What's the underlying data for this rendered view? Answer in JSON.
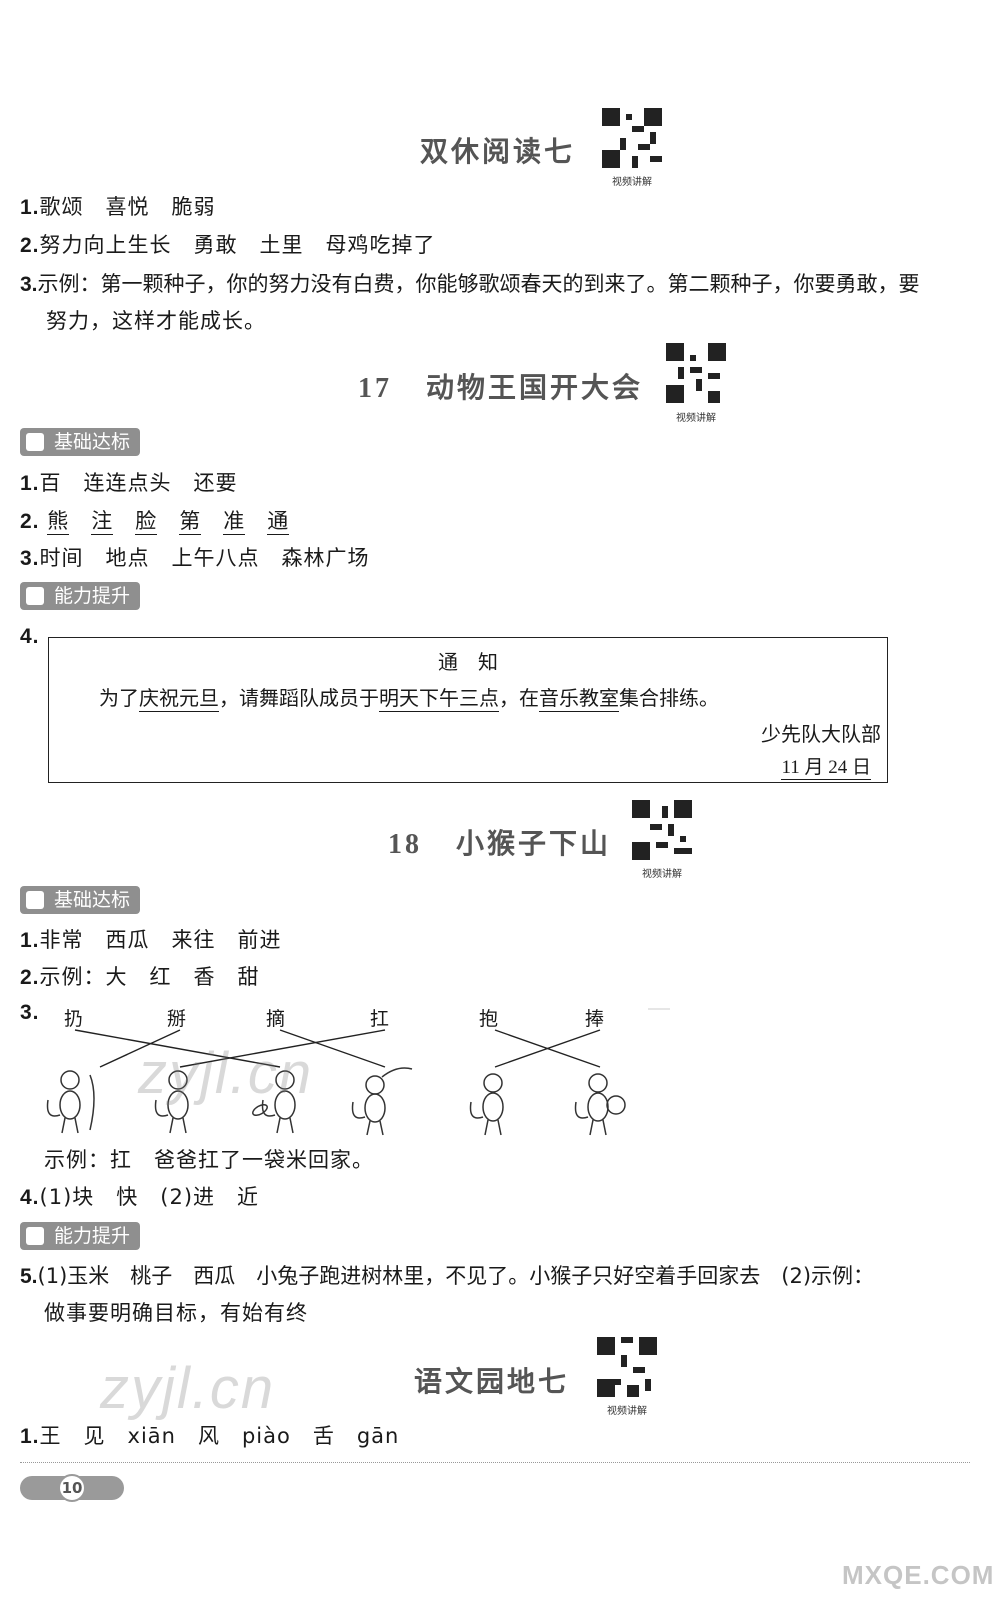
{
  "sections": {
    "s1": {
      "title": "双休阅读七",
      "qr_label": "视频讲解",
      "lines": [
        {
          "n": "1.",
          "t": "歌颂　喜悦　脆弱"
        },
        {
          "n": "2.",
          "t": "努力向上生长　勇敢　土里　母鸡吃掉了"
        },
        {
          "n": "3.",
          "t": "示例：第一颗种子，你的努力没有白费，你能够歌颂春天的到来了。第二颗种子，你要勇敢，要"
        },
        {
          "n": "",
          "t": "努力，这样才能成长。"
        }
      ]
    },
    "s2": {
      "num": "17",
      "title": "动物王国开大会",
      "qr_label": "视频讲解",
      "tag1": "基础达标",
      "tag2": "能力提升",
      "l1": {
        "n": "1.",
        "t": "百　连连点头　还要"
      },
      "l2": {
        "n": "2.",
        "words": [
          "熊",
          "注",
          "脸",
          "第",
          "准",
          "通"
        ]
      },
      "l3": {
        "n": "3.",
        "t": "时间　地点　上午八点　森林广场"
      },
      "l4n": "4.",
      "notice": {
        "heading": "通　知",
        "p_a": "为了",
        "p_u1": "庆祝元旦",
        "p_b": "，请舞蹈队成员于",
        "p_u2": "明天下午三点",
        "p_c": "，在",
        "p_u3": "音乐教室",
        "p_d": "集合排练。",
        "sign": "少先队大队部",
        "date": "11 月 24 日"
      }
    },
    "s3": {
      "num": "18",
      "title": "小猴子下山",
      "qr_label": "视频讲解",
      "tag1": "基础达标",
      "tag2": "能力提升",
      "l1": {
        "n": "1.",
        "t": "非常　西瓜　来往　前进"
      },
      "l2": {
        "n": "2.",
        "t": "示例：大　红　香　甜"
      },
      "l3n": "3.",
      "verbs": [
        "扔",
        "掰",
        "摘",
        "扛",
        "抱",
        "捧"
      ],
      "example": "示例：扛　爸爸扛了一袋米回家。",
      "l4": {
        "n": "4.",
        "t": "(1)块　快　(2)进　近"
      },
      "l5a": {
        "n": "5.",
        "t": "(1)玉米　桃子　西瓜　小兔子跑进树林里，不见了。小猴子只好空着手回家去　(2)示例："
      },
      "l5b": "做事要明确目标，有始有终"
    },
    "s4": {
      "title": "语文园地七",
      "qr_label": "视频讲解",
      "l1": {
        "n": "1.",
        "t": "王　见　xiān　风　piào　舌　gān"
      }
    },
    "page_num": "10",
    "watermarks": [
      "zyjl.cn",
      "zyjl.cn"
    ],
    "corner_mark": "MXQE.COM"
  },
  "colors": {
    "title": "#555555",
    "tag_bg": "#8f8f8f",
    "text": "#1a1a1a"
  }
}
